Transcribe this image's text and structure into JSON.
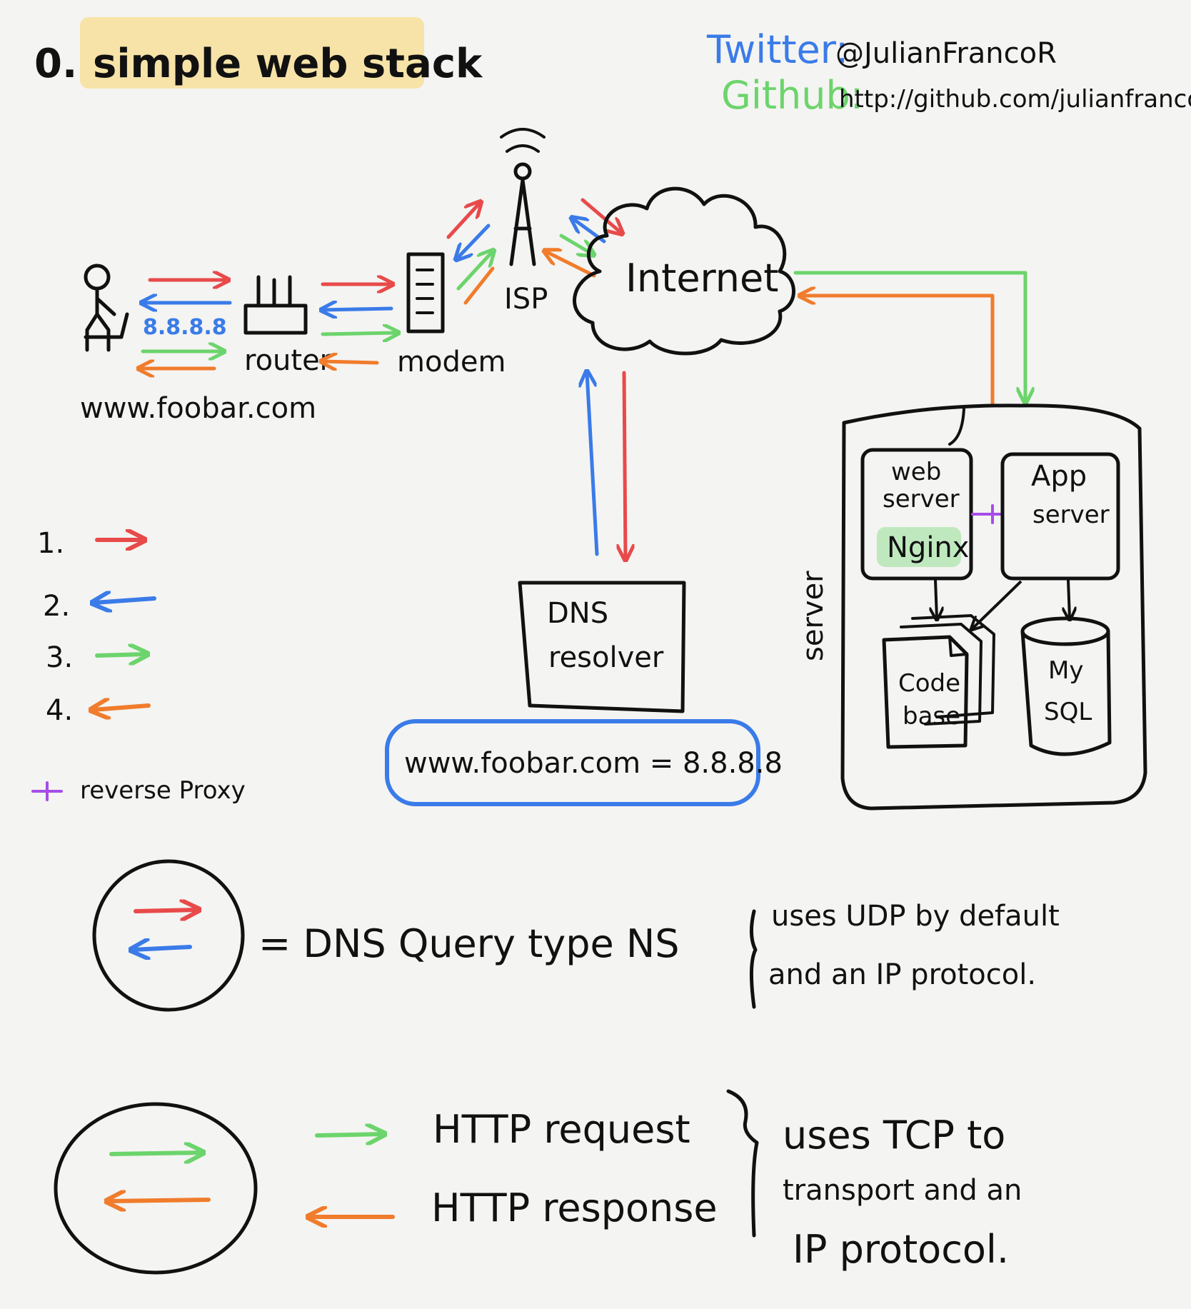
{
  "title": {
    "number": "0.",
    "text": "simple web stack"
  },
  "credits": {
    "twitter_label": "Twitter:",
    "twitter_handle": "@JulianFrancoR",
    "github_label": "Github:",
    "github_url": "http://github.com/julianfrancor"
  },
  "nodes": {
    "client_label": "www.foobar.com",
    "client_ip": "8.8.8.8",
    "router": "router",
    "modem": "modem",
    "isp": "ISP",
    "internet": "Internet",
    "dns_resolver_line1": "DNS",
    "dns_resolver_line2": "resolver",
    "dns_record": "www.foobar.com = 8.8.8.8",
    "server_label": "server",
    "web_server_line1": "web",
    "web_server_line2": "server",
    "nginx": "Nginx",
    "app_server_line1": "App",
    "app_server_line2": "server",
    "code_base_line1": "Code",
    "code_base_line2": "base",
    "mysql_line1": "My",
    "mysql_line2": "SQL"
  },
  "legend": {
    "items": [
      {
        "number": "1.",
        "color": "#e84a4a",
        "direction": "right"
      },
      {
        "number": "2.",
        "color": "#3a7be8",
        "direction": "left"
      },
      {
        "number": "3.",
        "color": "#6cd46c",
        "direction": "right"
      },
      {
        "number": "4.",
        "color": "#f07c2c",
        "direction": "left"
      }
    ],
    "reverse_proxy_label": "reverse Proxy",
    "reverse_proxy_color": "#a64de8"
  },
  "notes": {
    "dns_query": "= DNS Query type NS",
    "dns_udp_line1": "uses UDP by default",
    "dns_udp_line2": "and an IP protocol.",
    "http_request": "HTTP request",
    "http_response": "HTTP response",
    "tcp_line1": "uses TCP to",
    "tcp_line2": "transport and an",
    "tcp_line3": "IP protocol."
  },
  "colors": {
    "red": "#e84a4a",
    "blue": "#3a7be8",
    "green": "#6cd46c",
    "orange": "#f07c2c",
    "purple": "#a64de8",
    "twitter": "#3a7be8",
    "github": "#6cd46c",
    "highlight_yellow": "#f7e3a8",
    "highlight_green": "#bfe8bf"
  }
}
